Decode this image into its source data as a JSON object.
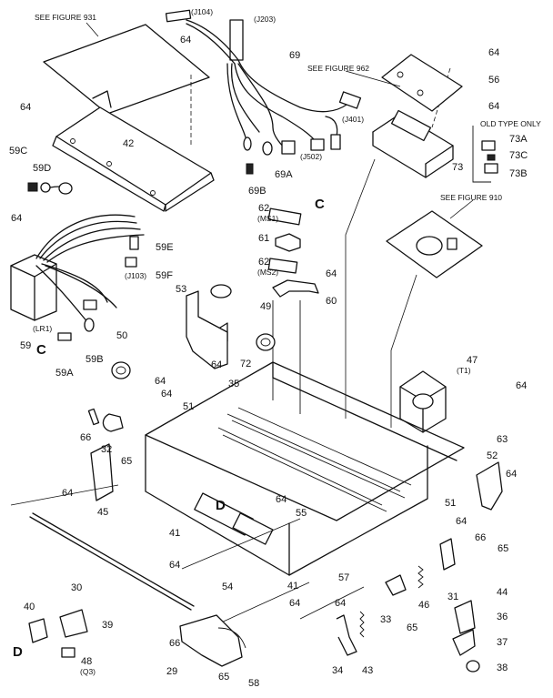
{
  "refs": {
    "see_931": "SEE FIGURE 931",
    "see_962": "SEE FIGURE 962",
    "see_910": "SEE FIGURE 910",
    "old_type_only": "OLD TYPE ONLY"
  },
  "connectors": {
    "j104": "(J104)",
    "j203": "(J203)",
    "j401": "(J401)",
    "j502": "(J502)",
    "ms1": "(MS1)",
    "ms2": "(MS2)",
    "j103": "(J103)",
    "lr1": "(LR1)",
    "t1": "(T1)",
    "q3": "(Q3)"
  },
  "callouts": {
    "c_top": "C",
    "c_left": "C",
    "d_mid": "D",
    "d_bottom": "D"
  },
  "parts": {
    "p64": "64",
    "p69": "69",
    "p56": "56",
    "p42": "42",
    "p73a": "73A",
    "p73c": "73C",
    "p73b": "73B",
    "p73": "73",
    "p59c": "59C",
    "p59d": "59D",
    "p69a": "69A",
    "p69b": "69B",
    "p62": "62",
    "p61": "61",
    "p59e": "59E",
    "p59f": "59F",
    "p60": "60",
    "p53": "53",
    "p49": "49",
    "p59": "59",
    "p59a": "59A",
    "p59b": "59B",
    "p50": "50",
    "p72": "72",
    "p35": "35",
    "p47": "47",
    "p51": "51",
    "p66": "66",
    "p32": "32",
    "p65": "65",
    "p63": "63",
    "p52": "52",
    "p45": "45",
    "p55": "55",
    "p41": "41",
    "p54": "54",
    "p57": "57",
    "p30": "30",
    "p31": "31",
    "p44": "44",
    "p36": "36",
    "p46": "46",
    "p33": "33",
    "p40": "40",
    "p39": "39",
    "p48": "48",
    "p29": "29",
    "p34": "34",
    "p43": "43",
    "p37": "37",
    "p38": "38",
    "p58": "58"
  }
}
